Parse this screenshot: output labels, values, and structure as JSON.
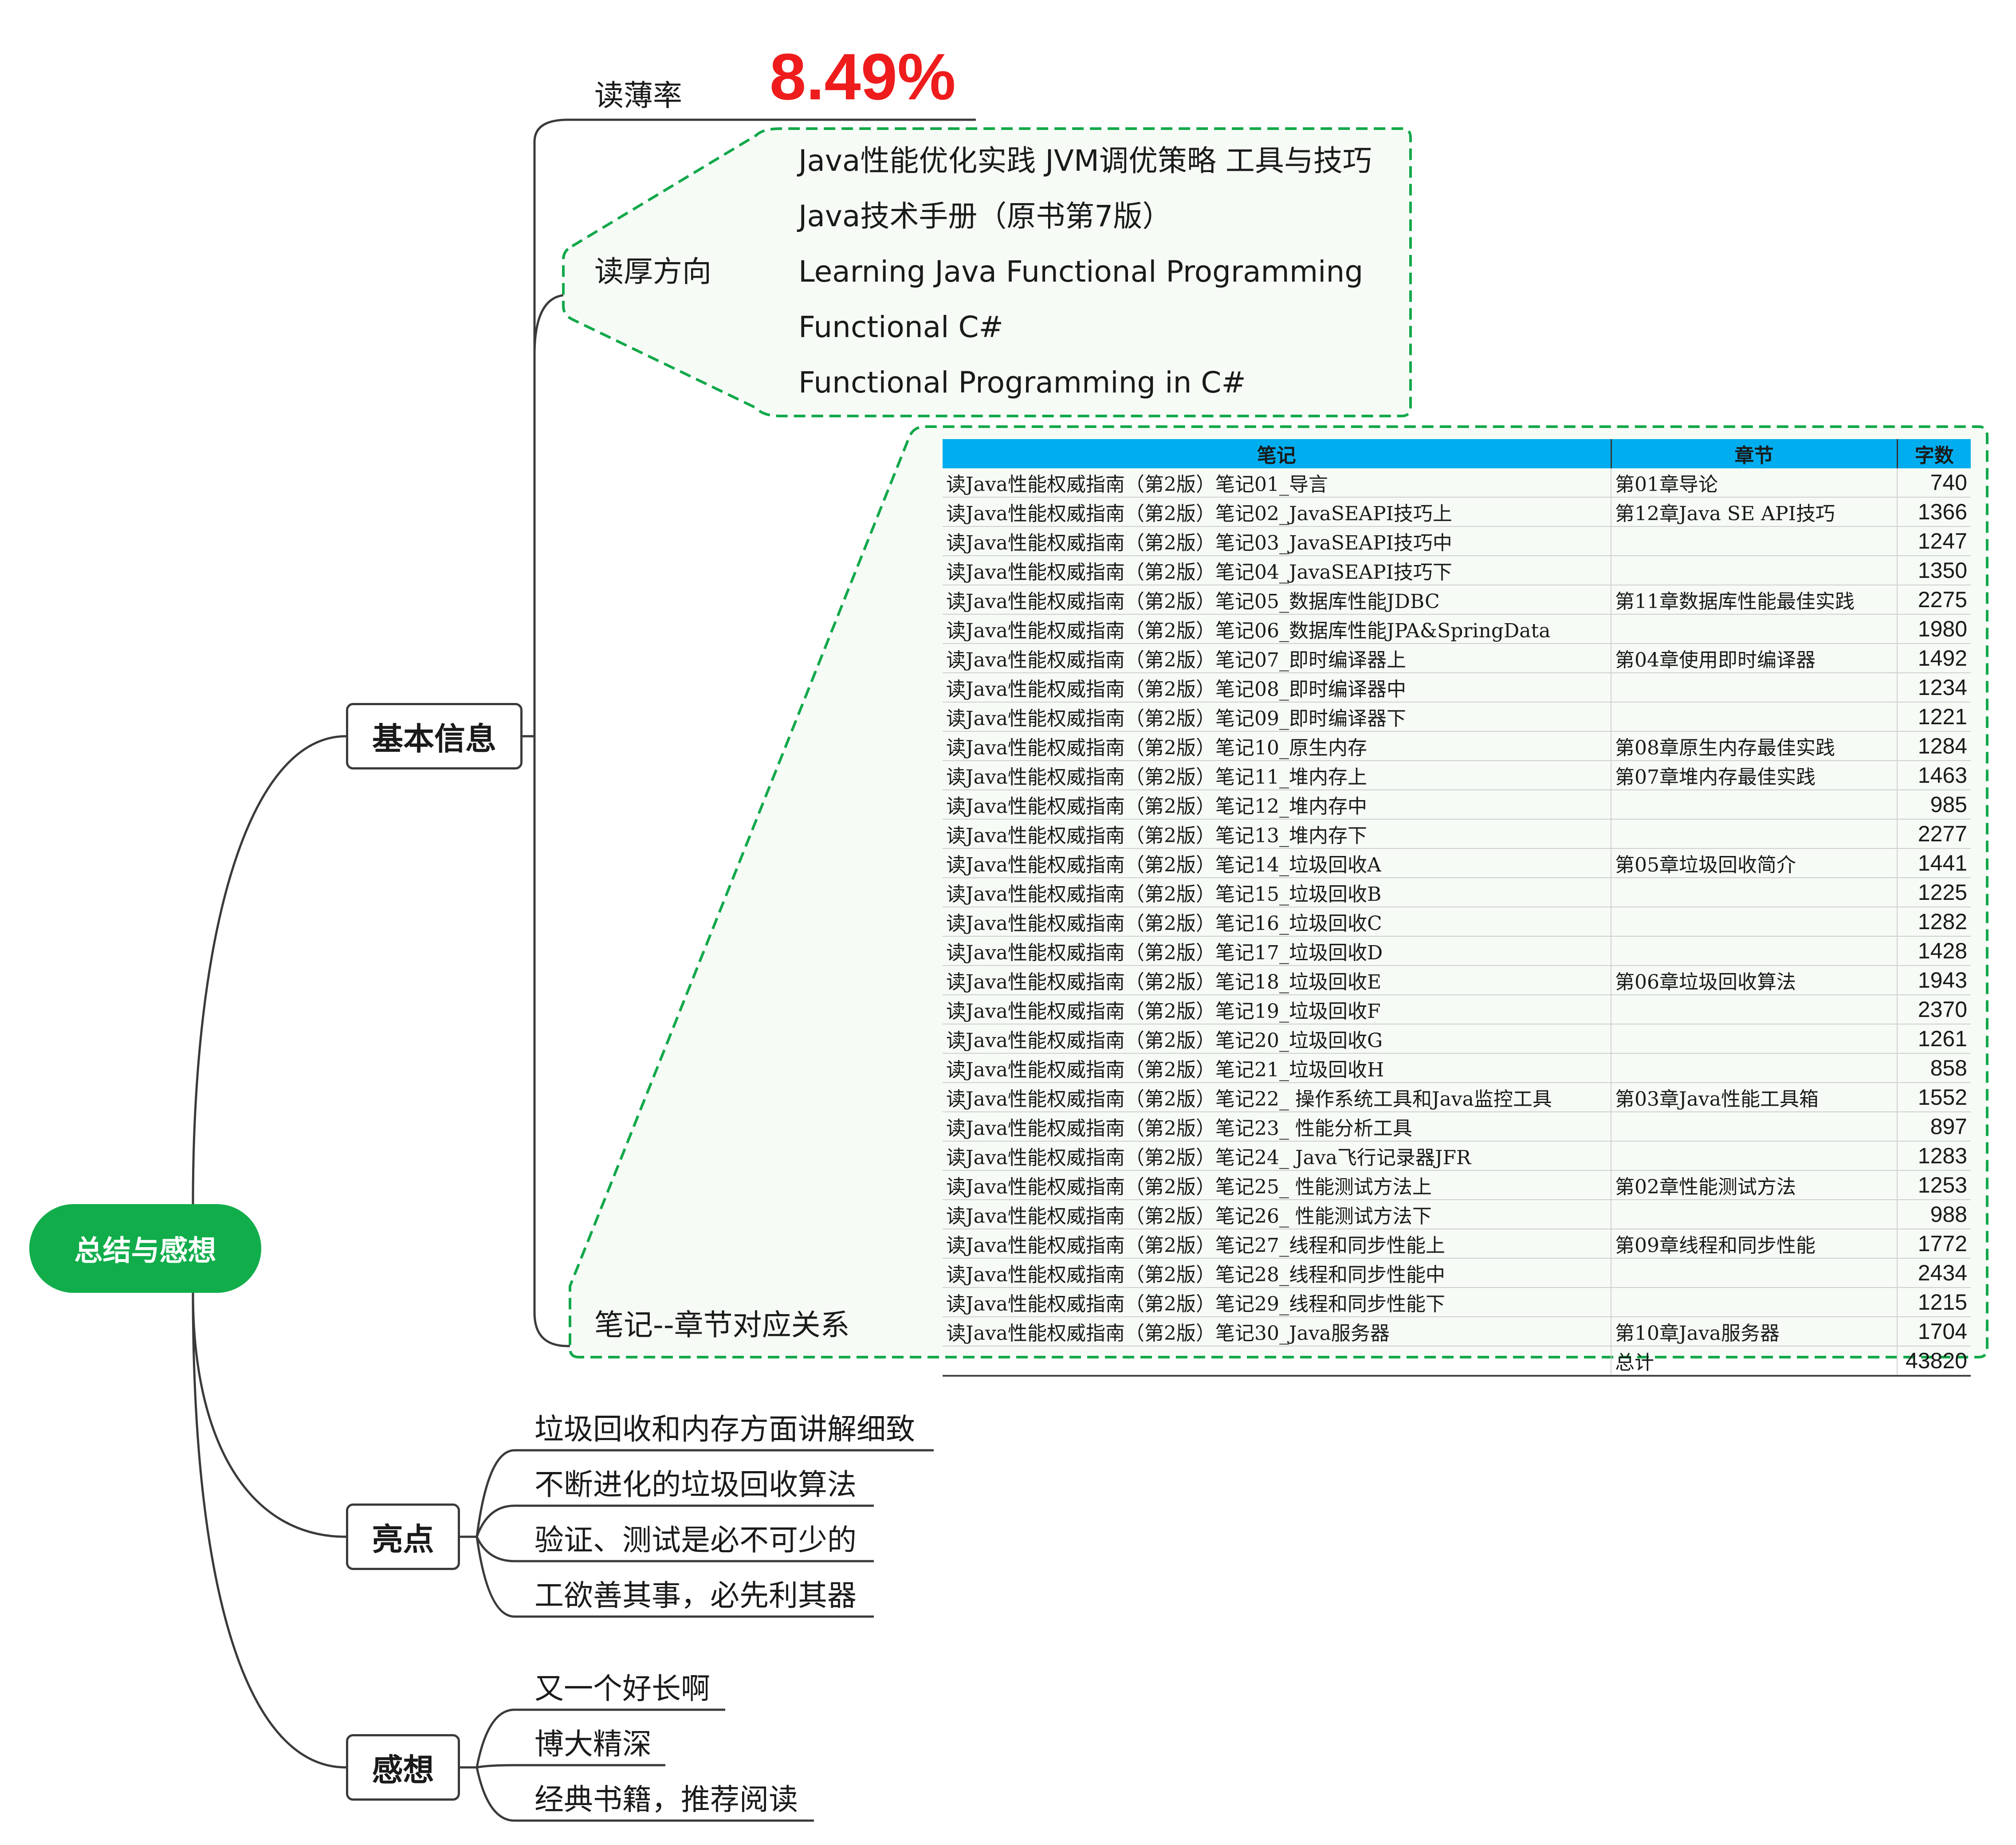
{
  "root": {
    "label": "总结与感想"
  },
  "basic_info": {
    "label": "基本信息",
    "thin_rate_label": "读薄率",
    "thin_rate_value": "8.49%",
    "thicker_label": "读厚方向",
    "thicker_books": [
      "Java性能优化实践 JVM调优策略 工具与技巧",
      "Java技术手册（原书第7版）",
      "Learning Java Functional Programming",
      "Functional C#",
      "Functional Programming in C#"
    ],
    "mapping_label": "笔记--章节对应关系",
    "table": {
      "headers": [
        "笔记",
        "章节",
        "字数"
      ],
      "rows": [
        [
          "读Java性能权威指南（第2版）笔记01_导言",
          "第01章导论",
          "740"
        ],
        [
          "读Java性能权威指南（第2版）笔记02_JavaSEAPI技巧上",
          "第12章Java SE API技巧",
          "1366"
        ],
        [
          "读Java性能权威指南（第2版）笔记03_JavaSEAPI技巧中",
          "",
          "1247"
        ],
        [
          "读Java性能权威指南（第2版）笔记04_JavaSEAPI技巧下",
          "",
          "1350"
        ],
        [
          "读Java性能权威指南（第2版）笔记05_数据库性能JDBC",
          "第11章数据库性能最佳实践",
          "2275"
        ],
        [
          "读Java性能权威指南（第2版）笔记06_数据库性能JPA&SpringData",
          "",
          "1980"
        ],
        [
          "读Java性能权威指南（第2版）笔记07_即时编译器上",
          "第04章使用即时编译器",
          "1492"
        ],
        [
          "读Java性能权威指南（第2版）笔记08_即时编译器中",
          "",
          "1234"
        ],
        [
          "读Java性能权威指南（第2版）笔记09_即时编译器下",
          "",
          "1221"
        ],
        [
          "读Java性能权威指南（第2版）笔记10_原生内存",
          "第08章原生内存最佳实践",
          "1284"
        ],
        [
          "读Java性能权威指南（第2版）笔记11_堆内存上",
          "第07章堆内存最佳实践",
          "1463"
        ],
        [
          "读Java性能权威指南（第2版）笔记12_堆内存中",
          "",
          "985"
        ],
        [
          "读Java性能权威指南（第2版）笔记13_堆内存下",
          "",
          "2277"
        ],
        [
          "读Java性能权威指南（第2版）笔记14_垃圾回收A",
          "第05章垃圾回收简介",
          "1441"
        ],
        [
          "读Java性能权威指南（第2版）笔记15_垃圾回收B",
          "",
          "1225"
        ],
        [
          "读Java性能权威指南（第2版）笔记16_垃圾回收C",
          "",
          "1282"
        ],
        [
          "读Java性能权威指南（第2版）笔记17_垃圾回收D",
          "",
          "1428"
        ],
        [
          "读Java性能权威指南（第2版）笔记18_垃圾回收E",
          "第06章垃圾回收算法",
          "1943"
        ],
        [
          "读Java性能权威指南（第2版）笔记19_垃圾回收F",
          "",
          "2370"
        ],
        [
          "读Java性能权威指南（第2版）笔记20_垃圾回收G",
          "",
          "1261"
        ],
        [
          "读Java性能权威指南（第2版）笔记21_垃圾回收H",
          "",
          "858"
        ],
        [
          "读Java性能权威指南（第2版）笔记22_ 操作系统工具和Java监控工具",
          "第03章Java性能工具箱",
          "1552"
        ],
        [
          "读Java性能权威指南（第2版）笔记23_ 性能分析工具",
          "",
          "897"
        ],
        [
          "读Java性能权威指南（第2版）笔记24_ Java飞行记录器JFR",
          "",
          "1283"
        ],
        [
          "读Java性能权威指南（第2版）笔记25_ 性能测试方法上",
          "第02章性能测试方法",
          "1253"
        ],
        [
          "读Java性能权威指南（第2版）笔记26_ 性能测试方法下",
          "",
          "988"
        ],
        [
          "读Java性能权威指南（第2版）笔记27_线程和同步性能上",
          "第09章线程和同步性能",
          "1772"
        ],
        [
          "读Java性能权威指南（第2版）笔记28_线程和同步性能中",
          "",
          "2434"
        ],
        [
          "读Java性能权威指南（第2版）笔记29_线程和同步性能下",
          "",
          "1215"
        ],
        [
          "读Java性能权威指南（第2版）笔记30_Java服务器",
          "第10章Java服务器",
          "1704"
        ]
      ],
      "total_label": "总计",
      "total_value": "43820"
    }
  },
  "highlights": {
    "label": "亮点",
    "items": [
      "垃圾回收和内存方面讲解细致",
      "不断进化的垃圾回收算法",
      "验证、测试是必不可少的",
      "工欲善其事，必先利其器"
    ]
  },
  "thoughts": {
    "label": "感想",
    "items": [
      "又一个好长啊",
      "博大精深",
      "经典书籍，推荐阅读"
    ]
  },
  "colors": {
    "root": "#11ad4b",
    "rate": "#ee1c1c",
    "dashed_border": "#12a84a",
    "table_header": "#00aeef",
    "connector": "#3a3a3a"
  }
}
